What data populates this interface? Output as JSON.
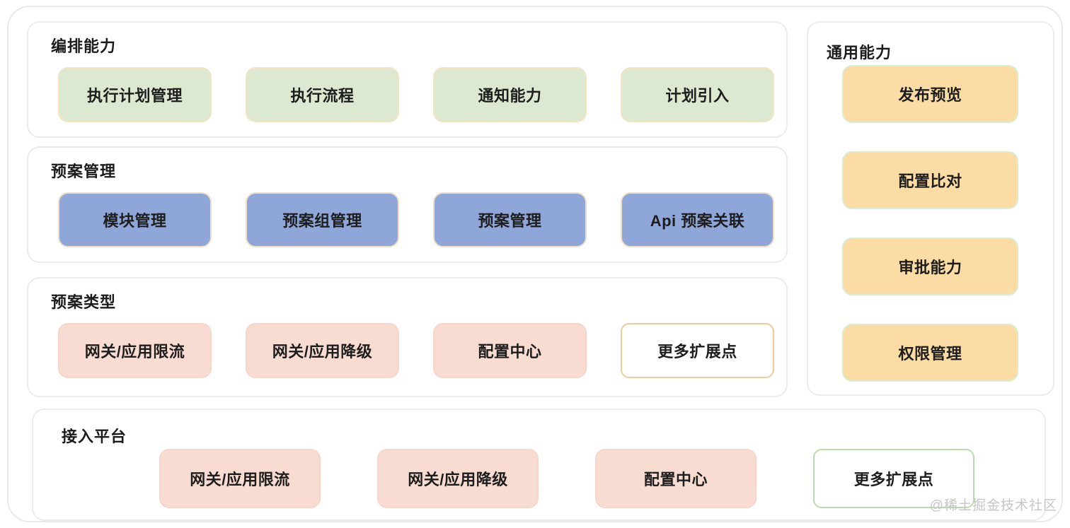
{
  "colors": {
    "green_fill": "#dce9d0",
    "green_card_border": "#f3e4c5",
    "blue_fill": "#8ea6d8",
    "blue_card_border": "#eee0c6",
    "pink_fill": "#f9dcd1",
    "pink_card_border": "#f7d6c8",
    "orange_fill": "#fbdca4",
    "orange_card_border": "#d9edd3",
    "outline_orange_border": "#f3ca97",
    "outline_green_border": "#b9dcab",
    "panel_border": "#ececec",
    "frame_border": "#e9e9e9",
    "text": "#1d1d1d",
    "watermark_text_color": "#c6c6c6"
  },
  "sections": {
    "orchestration": {
      "title": "编排能力",
      "items": [
        "执行计划管理",
        "执行流程",
        "通知能力",
        "计划引入"
      ]
    },
    "plan_management": {
      "title": "预案管理",
      "items": [
        "模块管理",
        "预案组管理",
        "预案管理",
        "Api 预案关联"
      ]
    },
    "plan_types": {
      "title": "预案类型",
      "items": [
        "网关/应用限流",
        "网关/应用降级",
        "配置中心",
        "更多扩展点"
      ]
    },
    "common_capabilities": {
      "title": "通用能力",
      "items": [
        "发布预览",
        "配置比对",
        "审批能力",
        "权限管理"
      ]
    },
    "access_platform": {
      "title": "接入平台",
      "items": [
        "网关/应用限流",
        "网关/应用降级",
        "配置中心",
        "更多扩展点"
      ]
    }
  },
  "watermark": "@稀土掘金技术社区"
}
